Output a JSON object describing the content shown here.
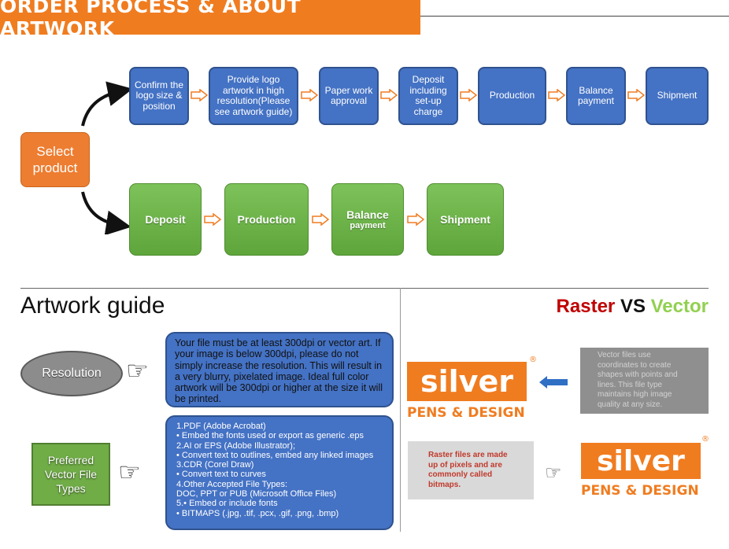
{
  "banner": {
    "title": "ORDER PROCESS & ABOUT ARTWORK"
  },
  "flow": {
    "start": "Select product",
    "top_steps": [
      "Confirm the logo size & position",
      "Provide logo artwork in high resolution(Please see artwork guide)",
      "Paper work approval",
      "Deposit including set-up charge",
      "Production",
      "Balance payment",
      "Shipment"
    ],
    "bottom_steps": [
      "Deposit",
      "Production",
      "Balance",
      "Shipment"
    ],
    "bottom_balance_sub": "payment"
  },
  "artwork": {
    "heading": "Artwork guide",
    "resolution_label": "Resolution",
    "resolution_text": "Your file must be at least 300dpi or vector art. If your image is below 300dpi, please do not simply increase the resolution. This will result in a very blurry, pixelated image. Ideal full color artwork will be 300dpi or higher at the size it will be printed.",
    "preferred_label": "Preferred Vector File Types",
    "file_types": [
      "1.PDF (Adobe Acrobat)",
      "• Embed the fonts used or export as generic .eps",
      "2.AI or EPS (Adobe Illustrator);",
      "• Convert text to outlines, embed any linked images",
      "3.CDR (Corel Draw)",
      "• Convert text to curves",
      "4.Other Accepted File Types:",
      "DOC, PPT or PUB (Microsoft Office Files)",
      "5.• Embed or include fonts",
      "• BITMAPS (.jpg, .tif, .pcx, .gif, .png, .bmp)"
    ]
  },
  "compare": {
    "raster": "Raster",
    "vs": "VS",
    "vector": "Vector",
    "vector_note": "Vector files use coordinates to create shapes with points and lines. This file type maintains high image quality at any size.",
    "raster_note": "Raster files are made up of pixels and are commonly called bitmaps.",
    "logo_word": "silver",
    "logo_sub": "PENS & DESIGN",
    "logo_reg": "®"
  },
  "colors": {
    "orange": "#f07c20",
    "blue": "#4472c4",
    "green": "#70ad47",
    "raster_red": "#c00000",
    "vector_green": "#92d050"
  },
  "icons": [
    "curved-arrow-icon",
    "hollow-arrow-icon",
    "pointing-hand-icon",
    "blue-arrow-icon"
  ]
}
